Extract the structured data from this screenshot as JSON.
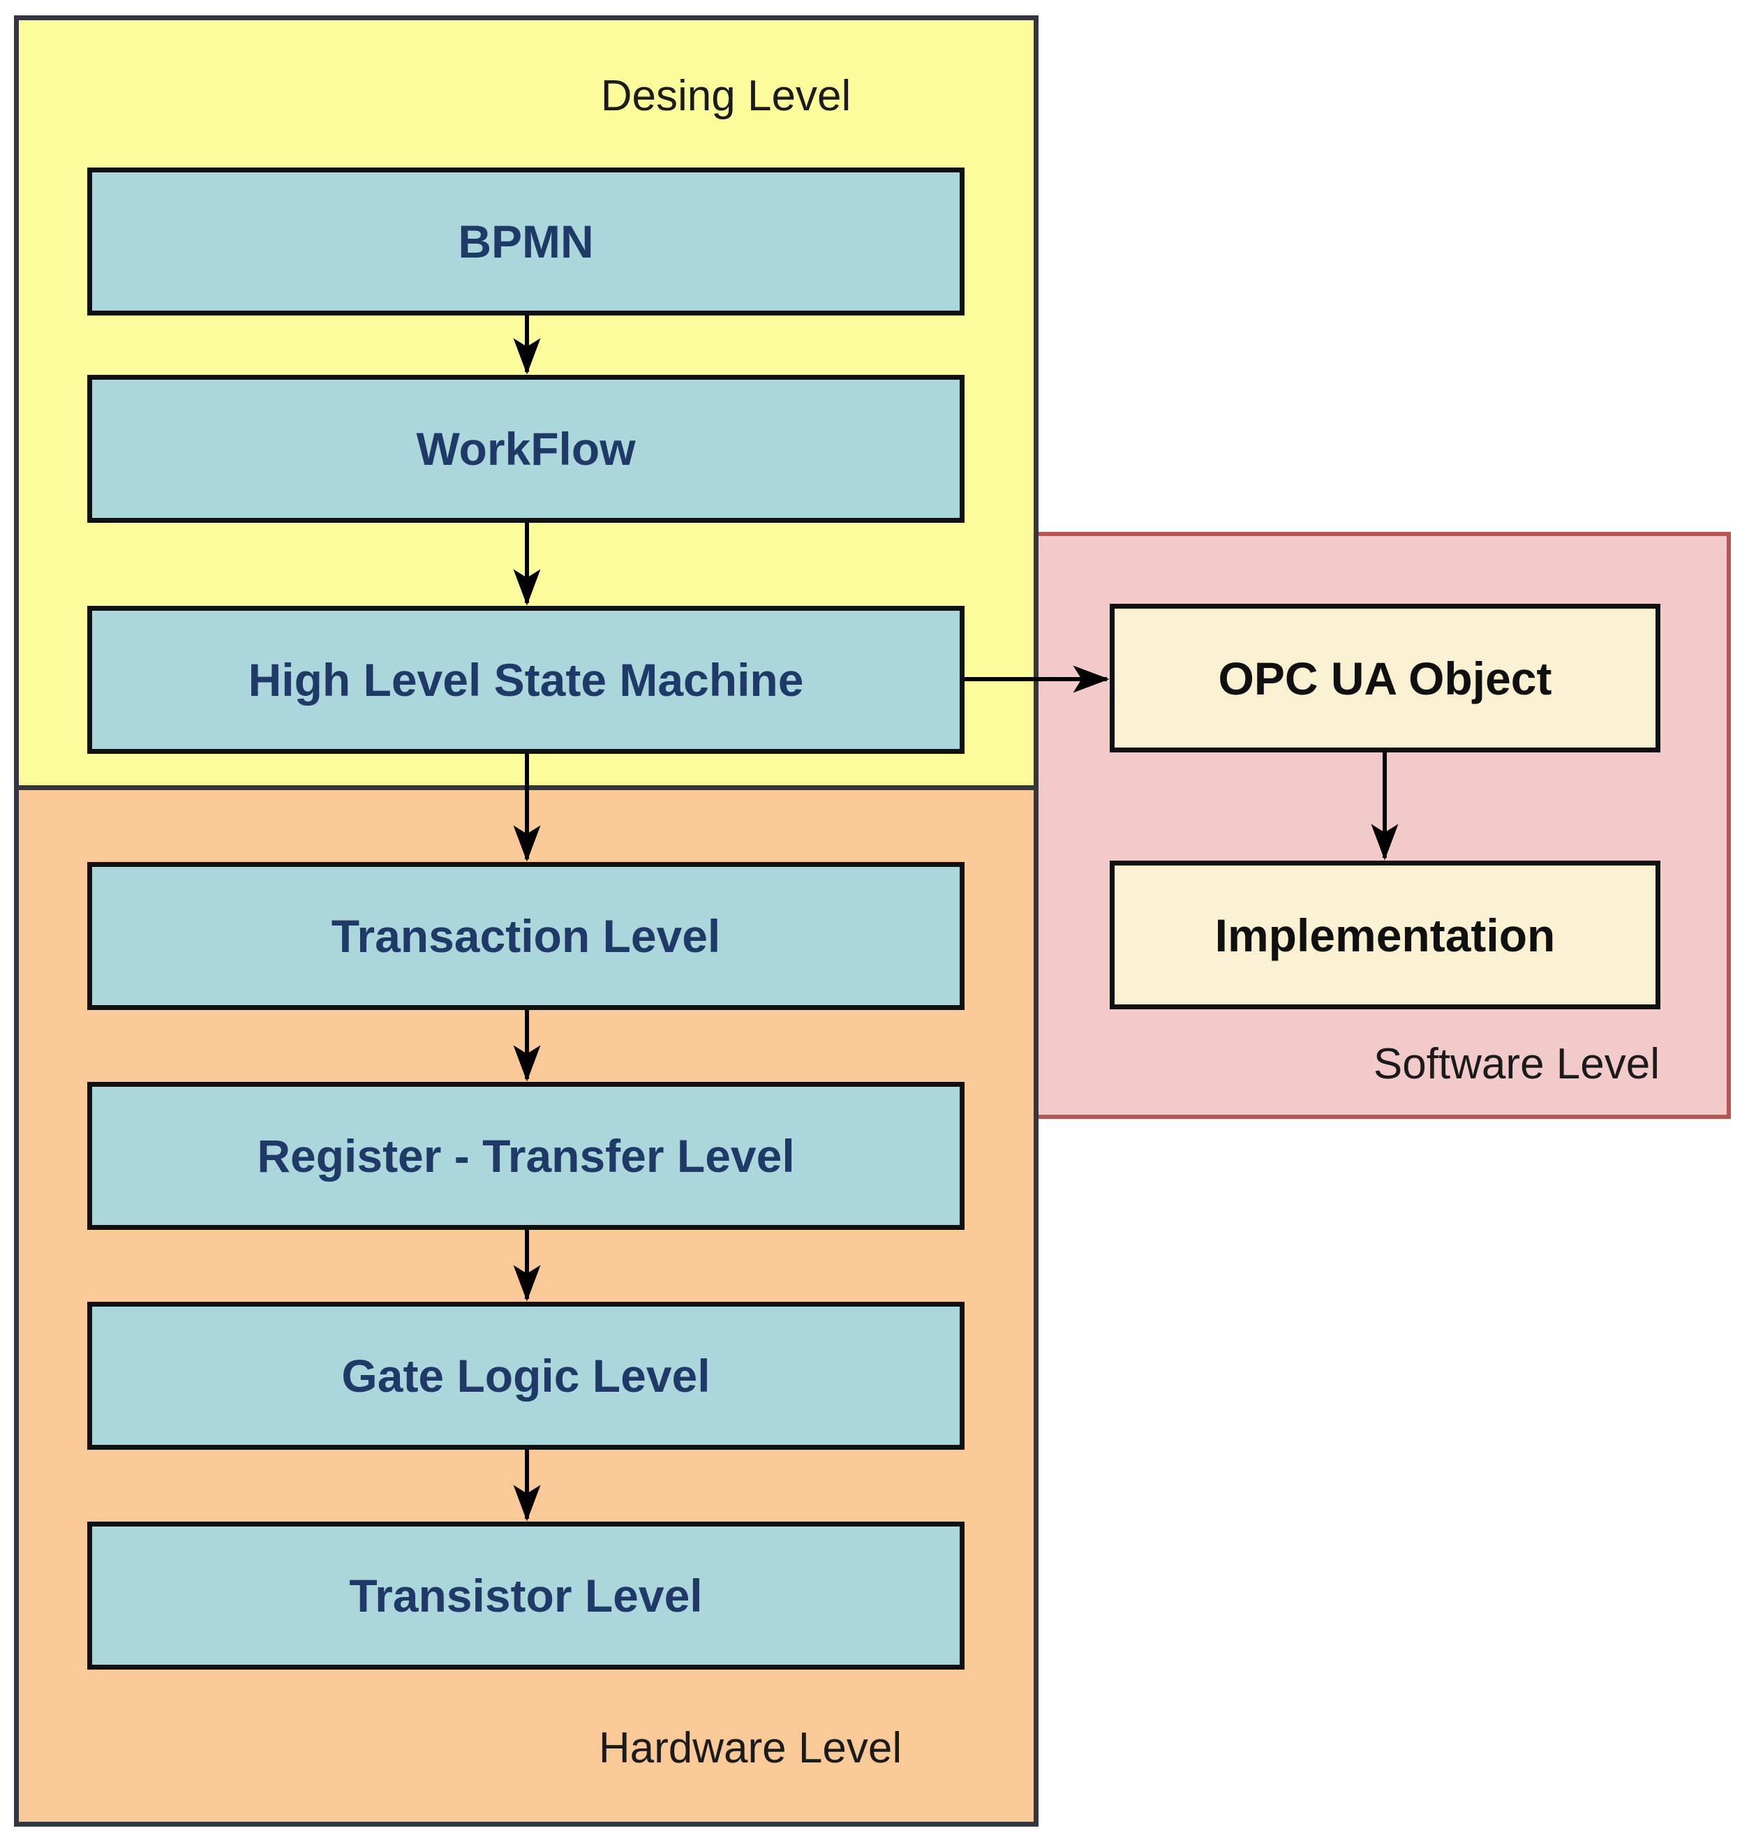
{
  "diagram": {
    "regions": {
      "design": {
        "label": "Desing Level"
      },
      "hardware": {
        "label": "Hardware Level"
      },
      "software": {
        "label": "Software Level"
      }
    },
    "design_nodes": [
      {
        "label": "BPMN"
      },
      {
        "label": "WorkFlow"
      },
      {
        "label": "High Level State Machine"
      }
    ],
    "hardware_nodes": [
      {
        "label": "Transaction Level"
      },
      {
        "label": "Register - Transfer Level"
      },
      {
        "label": "Gate Logic Level"
      },
      {
        "label": "Transistor Level"
      }
    ],
    "software_nodes": [
      {
        "label": "OPC UA Object"
      },
      {
        "label": "Implementation"
      }
    ],
    "edges": [
      {
        "from": "BPMN",
        "to": "WorkFlow"
      },
      {
        "from": "WorkFlow",
        "to": "High Level State Machine"
      },
      {
        "from": "High Level State Machine",
        "to": "Transaction Level"
      },
      {
        "from": "Transaction Level",
        "to": "Register - Transfer Level"
      },
      {
        "from": "Register - Transfer Level",
        "to": "Gate Logic Level"
      },
      {
        "from": "Gate Logic Level",
        "to": "Transistor Level"
      },
      {
        "from": "High Level State Machine",
        "to": "OPC UA Object"
      },
      {
        "from": "OPC UA Object",
        "to": "Implementation"
      }
    ],
    "colors": {
      "design_fill": "#FCFC9C",
      "hardware_fill": "#F9C997",
      "software_fill": "#F2CACA",
      "software_border": "#BA5450",
      "region_border": "#343741",
      "process_fill": "#ABD7DC",
      "process_text": "#1F3A67",
      "software_node_fill": "#FAF0D2",
      "node_border": "#101010",
      "arrow": "#000000"
    }
  }
}
